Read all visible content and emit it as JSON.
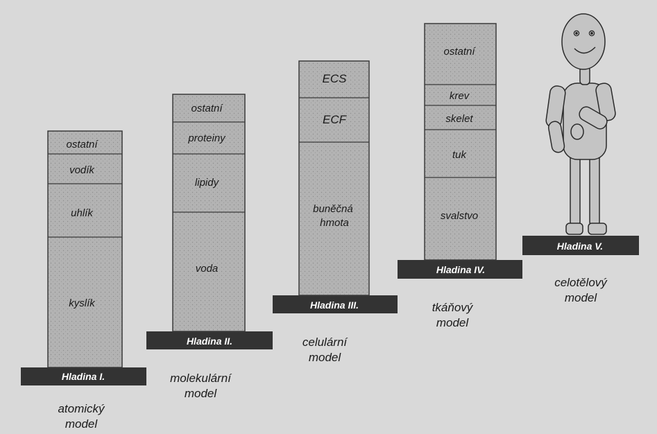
{
  "levels": [
    {
      "label": "Hladina I.",
      "model_lines": [
        "atomický",
        "model"
      ],
      "segments": [
        "ostatní",
        "vodík",
        "uhlík",
        "kyslík"
      ]
    },
    {
      "label": "Hladina II.",
      "model_lines": [
        "molekulární",
        "model"
      ],
      "segments": [
        "ostatní",
        "proteiny",
        "lipidy",
        "voda"
      ]
    },
    {
      "label": "Hladina III.",
      "model_lines": [
        "celulární",
        "model"
      ],
      "segments": [
        "ECS",
        "ECF",
        "buněčná|hmota"
      ]
    },
    {
      "label": "Hladina IV.",
      "model_lines": [
        "tkáňový",
        "model"
      ],
      "segments": [
        "ostatní",
        "krev",
        "skelet",
        "tuk",
        "svalstvo"
      ]
    },
    {
      "label": "Hladina V.",
      "model_lines": [
        "celotělový",
        "model"
      ],
      "segments": []
    }
  ],
  "colors": {
    "background": "#d9d9d9",
    "column_fill": "#b3b3b3",
    "column_stroke": "#3a3a3a",
    "step": "#333333",
    "figure_fill": "#c4c4c4",
    "text": "#1a1a1a",
    "step_text": "#ffffff"
  },
  "figure_icon": "stick-figure-person-icon"
}
